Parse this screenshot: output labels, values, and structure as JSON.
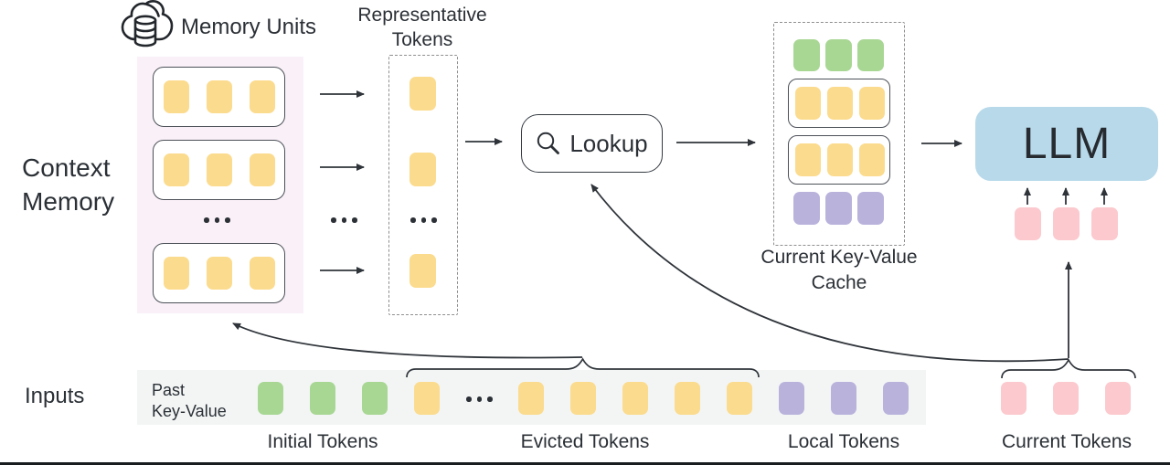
{
  "labels": {
    "memory_units": "Memory Units",
    "representative_tokens": [
      "Representative",
      "Tokens"
    ],
    "context_memory": [
      "Context",
      "Memory"
    ],
    "lookup": "Lookup",
    "cache_label": [
      "Current Key-Value",
      "Cache"
    ],
    "llm": "LLM",
    "inputs": "Inputs",
    "past_key_value": [
      "Past",
      "Key-Value"
    ],
    "initial_tokens": "Initial Tokens",
    "evicted_tokens": "Evicted Tokens",
    "local_tokens": "Local Tokens",
    "current_tokens": "Current Tokens",
    "ellipsis": "..."
  },
  "colors": {
    "token_yellow": "#FBDB8D",
    "token_green": "#A8D794",
    "token_purple": "#B9B3DC",
    "token_pink": "#FBC9CE",
    "llm_blue": "#B7D9EA",
    "memory_bg": "#FAF0F8",
    "input_strip_bg": "#F3F5F5",
    "line": "#2F343A",
    "text": "#2B3036"
  },
  "diagram": {
    "context_memory": {
      "memory_units_shown": 3,
      "tokens_per_unit": 3,
      "token_color": "yellow",
      "has_ellipsis": true
    },
    "representative_tokens": {
      "tokens_shown": 3,
      "token_color": "yellow",
      "has_ellipsis": true
    },
    "current_kv_cache_rows": [
      {
        "row": "initial tokens",
        "color": "green",
        "tokens": 3,
        "boxed": false
      },
      {
        "row": "retrieved memory unit",
        "color": "yellow",
        "tokens": 3,
        "boxed": true
      },
      {
        "row": "retrieved memory unit",
        "color": "yellow",
        "tokens": 3,
        "boxed": true
      },
      {
        "row": "local tokens",
        "color": "purple",
        "tokens": 3,
        "boxed": false
      }
    ],
    "llm_input_tokens": {
      "color": "pink",
      "tokens_shown": 3
    },
    "input_sequence": [
      {
        "group": "Initial Tokens",
        "color": "green",
        "tokens_shown": 3
      },
      {
        "group": "Evicted Tokens",
        "color": "yellow",
        "tokens_shown": 6,
        "has_ellipsis": true
      },
      {
        "group": "Local Tokens",
        "color": "purple",
        "tokens_shown": 3
      },
      {
        "group": "Current Tokens",
        "color": "pink",
        "tokens_shown": 3
      }
    ],
    "connections": [
      "memory unit rows -> representative tokens (3 arrows)",
      "representative tokens -> Lookup",
      "Lookup -> current key-value cache",
      "current key-value cache -> LLM",
      "current tokens (3 arrows) -> LLM",
      "evicted tokens brace -> context memory (curved arrow)",
      "current tokens brace -> Lookup (curved arrow)",
      "current tokens brace -> LLM input tokens (vertical arrow)"
    ]
  }
}
